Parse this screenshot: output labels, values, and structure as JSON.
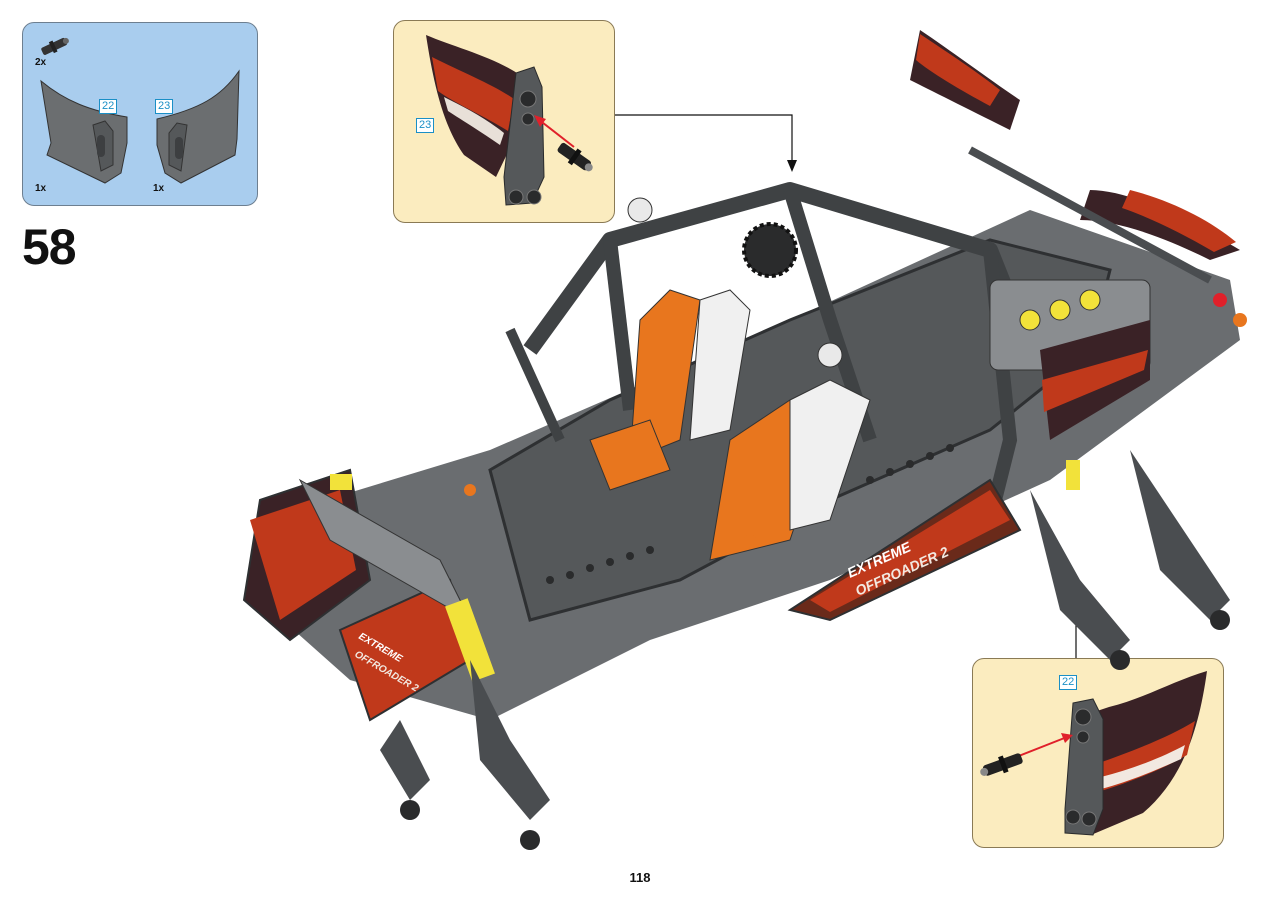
{
  "parts_list": {
    "items": [
      {
        "quantity": "2x",
        "icon": "pin-connector-icon"
      },
      {
        "quantity": "1x",
        "callout": "22",
        "icon": "fender-panel-left-icon"
      },
      {
        "quantity": "1x",
        "callout": "23",
        "icon": "fender-panel-right-icon"
      }
    ]
  },
  "step": {
    "number": "58"
  },
  "subassembly_top": {
    "callout": "23"
  },
  "subassembly_bottom": {
    "callout": "22"
  },
  "model": {
    "decal_large_line1": "EXTREME",
    "decal_large_line2": "OFFROADER 2",
    "decal_small_line1": "EXTREME",
    "decal_small_line2": "OFFROADER 2"
  },
  "page": {
    "number": "118"
  },
  "colors": {
    "parts_bg": "#a9cdee",
    "subassembly_bg": "#fbecbf",
    "callout": "#1a8fc6",
    "frame_dark": "#4a4d50",
    "orange": "#e8761e",
    "red_decal": "#c0391b",
    "dark_decal": "#3a2226",
    "arrow_red": "#e0202a"
  }
}
